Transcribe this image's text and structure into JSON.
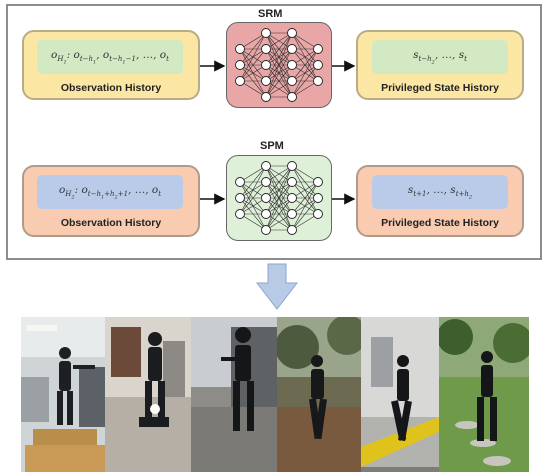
{
  "srm": {
    "title": "SRM",
    "input_formula": "o_{H_1}: o_{t−h_1}, o_{t−h_1−1}, …, o_t",
    "input_label": "Observation History",
    "output_formula": "s_{t−h_2}, …, s_t",
    "output_label": "Privileged State History"
  },
  "spm": {
    "title": "SPM",
    "input_formula": "o_{H_2}: o_{t−h_1+h_2+1}, …, o_t",
    "input_label": "Observation History",
    "output_formula": "s_{t+1}, …, s_{t+h_2}",
    "output_label": "Privileged State History"
  },
  "colors": {
    "yellow_outer": "#fbe6a3",
    "yellow_border": "#b9ab86",
    "green_inner": "#d2e9c3",
    "orange_outer": "#f9cbb0",
    "orange_border": "#b29a8a",
    "blue_inner": "#b9cbe8",
    "srm_bg": "#e8a7a6",
    "spm_bg": "#dff0d8",
    "down_arrow": "#b8cbe6"
  },
  "photos": [
    {
      "scene": "indoor-office-stairs"
    },
    {
      "scene": "outdoor-building-concrete"
    },
    {
      "scene": "outdoor-wall-concrete"
    },
    {
      "scene": "forest-leaves"
    },
    {
      "scene": "outdoor-curb-street"
    },
    {
      "scene": "grass-stepping-stones"
    }
  ]
}
